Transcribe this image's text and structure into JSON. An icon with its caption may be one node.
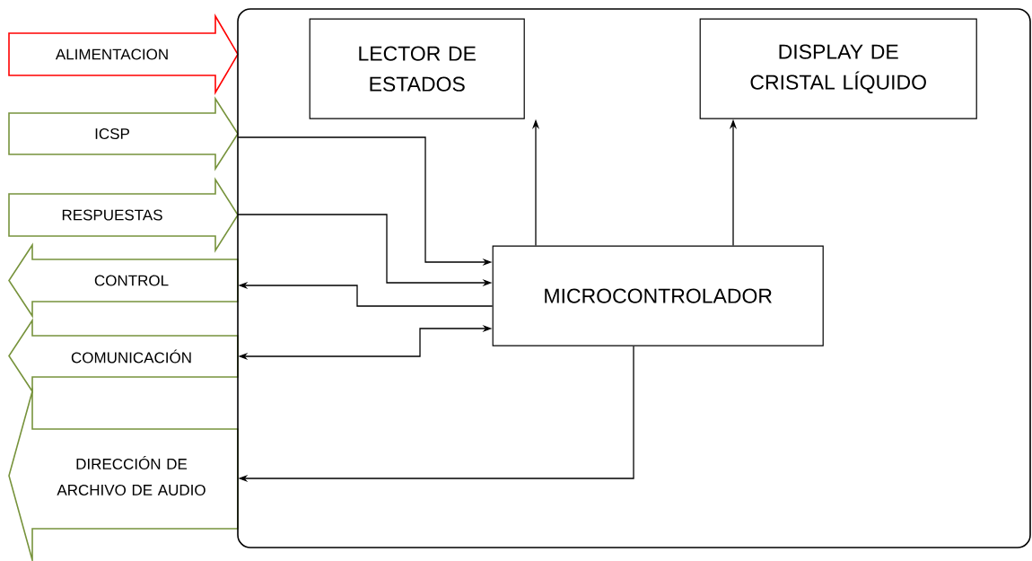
{
  "diagram": {
    "nodes": [
      {
        "text": [
          "ALIMENTACION"
        ]
      },
      {
        "text": [
          "ICSP"
        ]
      },
      {
        "text": [
          "RESPUESTAS"
        ]
      },
      {
        "text": [
          "CONTROL"
        ]
      },
      {
        "text": [
          "COMUNICACIÓN"
        ]
      },
      {
        "text": [
          "DIRECCIÓN DE ARCHIVO DE AUDIO"
        ]
      },
      {
        "text": [],
        "shape": "box"
      },
      {
        "text": [
          "LECTOR DE ESTADOS"
        ],
        "in": 6
      },
      {
        "text": [
          "DISPLAY DE CRISTAL LÍQUIDO"
        ],
        "in": 6
      },
      {
        "text": [
          "MICROCONTROLADOR"
        ],
        "in": 6
      }
    ],
    "edges": [
      {
        "from": 1,
        "to": 9,
        "arrow": "to"
      },
      {
        "from": 2,
        "to": 9,
        "arrow": "to"
      },
      {
        "from": 9,
        "to": 3,
        "arrow": "to"
      },
      {
        "from": 4,
        "to": 9,
        "arrow": "both"
      },
      {
        "from": 9,
        "to": 5,
        "arrow": "to"
      },
      {
        "from": 9,
        "to": 7,
        "arrow": "to"
      },
      {
        "from": 9,
        "to": 8,
        "arrow": "to"
      }
    ]
  }
}
